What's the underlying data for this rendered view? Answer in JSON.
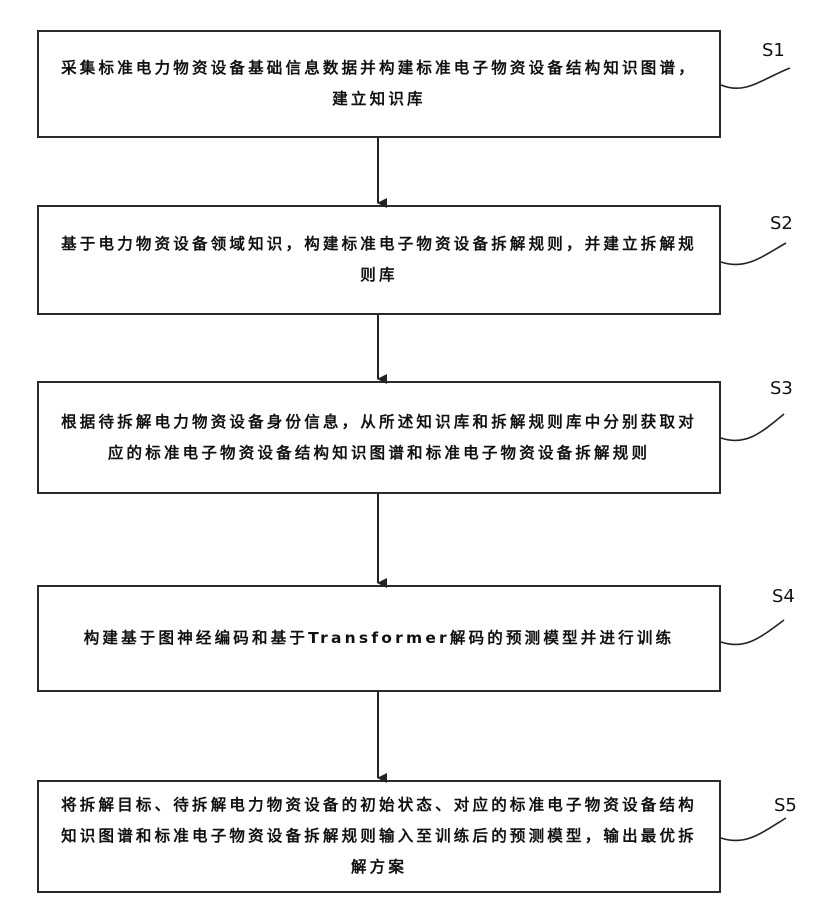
{
  "steps": [
    {
      "id": "S1",
      "text": "采集标准电力物资设备基础信息数据并构建标准电子物资设备结构知识图谱，建立知识库"
    },
    {
      "id": "S2",
      "text": "基于电力物资设备领域知识，构建标准电子物资设备拆解规则，并建立拆解规则库"
    },
    {
      "id": "S3",
      "text": "根据待拆解电力物资设备身份信息，从所述知识库和拆解规则库中分别获取对应的标准电子物资设备结构知识图谱和标准电子物资设备拆解规则"
    },
    {
      "id": "S4",
      "text": "构建基于图神经编码和基于Transformer解码的预测模型并进行训练"
    },
    {
      "id": "S5",
      "text": "将拆解目标、待拆解电力物资设备的初始状态、对应的标准电子物资设备结构知识图谱和标准电子物资设备拆解规则输入至训练后的预测模型，输出最优拆解方案"
    }
  ]
}
